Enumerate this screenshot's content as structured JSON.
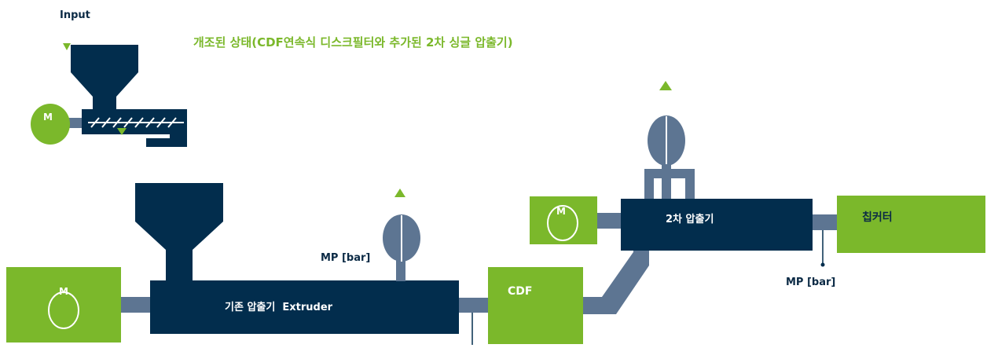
{
  "labels": {
    "input": "Input",
    "title": "개조된 상태(CDF연속식 디스크필터와 추가된 2차 싱글 압출기)",
    "motor_small": "M",
    "motor_main": "M",
    "motor_second": "M",
    "extruder": "기존 압출기  Extruder",
    "mp_left": "MP [bar]",
    "cdf": "CDF",
    "second_extruder": "2차 압출기",
    "chip_cutter": "칩커터",
    "mp_right": "MP [bar]"
  },
  "colors": {
    "navy": "#022d4d",
    "green": "#7bb82b",
    "steel": "#5d7592",
    "title_green": "#7bb82b",
    "label_navy": "#0b2a45"
  }
}
